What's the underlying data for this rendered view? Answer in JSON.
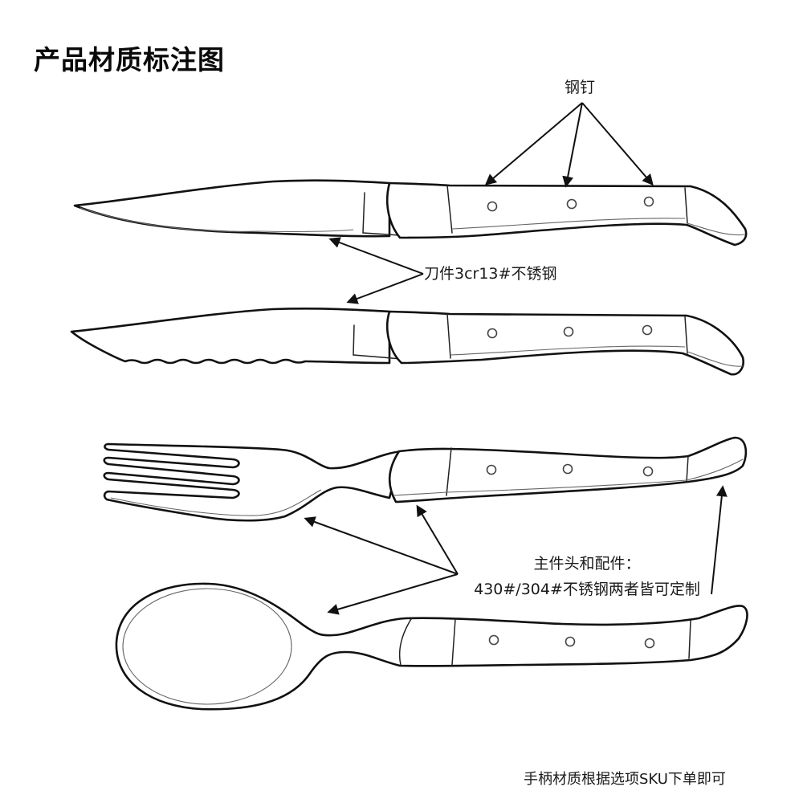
{
  "title": "产品材质标注图",
  "annotations": {
    "rivets": {
      "label": "钢钉",
      "icon": "arrow-icon",
      "arrow_count": 3
    },
    "blade": {
      "label": "刀件3cr13#不锈钢",
      "icon": "arrow-icon",
      "arrow_count": 2
    },
    "main_parts": {
      "line1": "主件头和配件：",
      "line2": "430#/304#不锈钢两者皆可定制",
      "icon": "arrow-icon",
      "arrow_count": 4
    }
  },
  "items": [
    {
      "name": "steak-knife-smooth",
      "rivets": 3
    },
    {
      "name": "steak-knife-serrated",
      "rivets": 3
    },
    {
      "name": "fork",
      "tines": 4,
      "rivets": 3
    },
    {
      "name": "spoon",
      "rivets": 3
    }
  ],
  "footer": "手柄材质根据选项SKU下单即可",
  "colors": {
    "line": "#111111",
    "background": "#ffffff",
    "text": "#1a1a1a"
  }
}
